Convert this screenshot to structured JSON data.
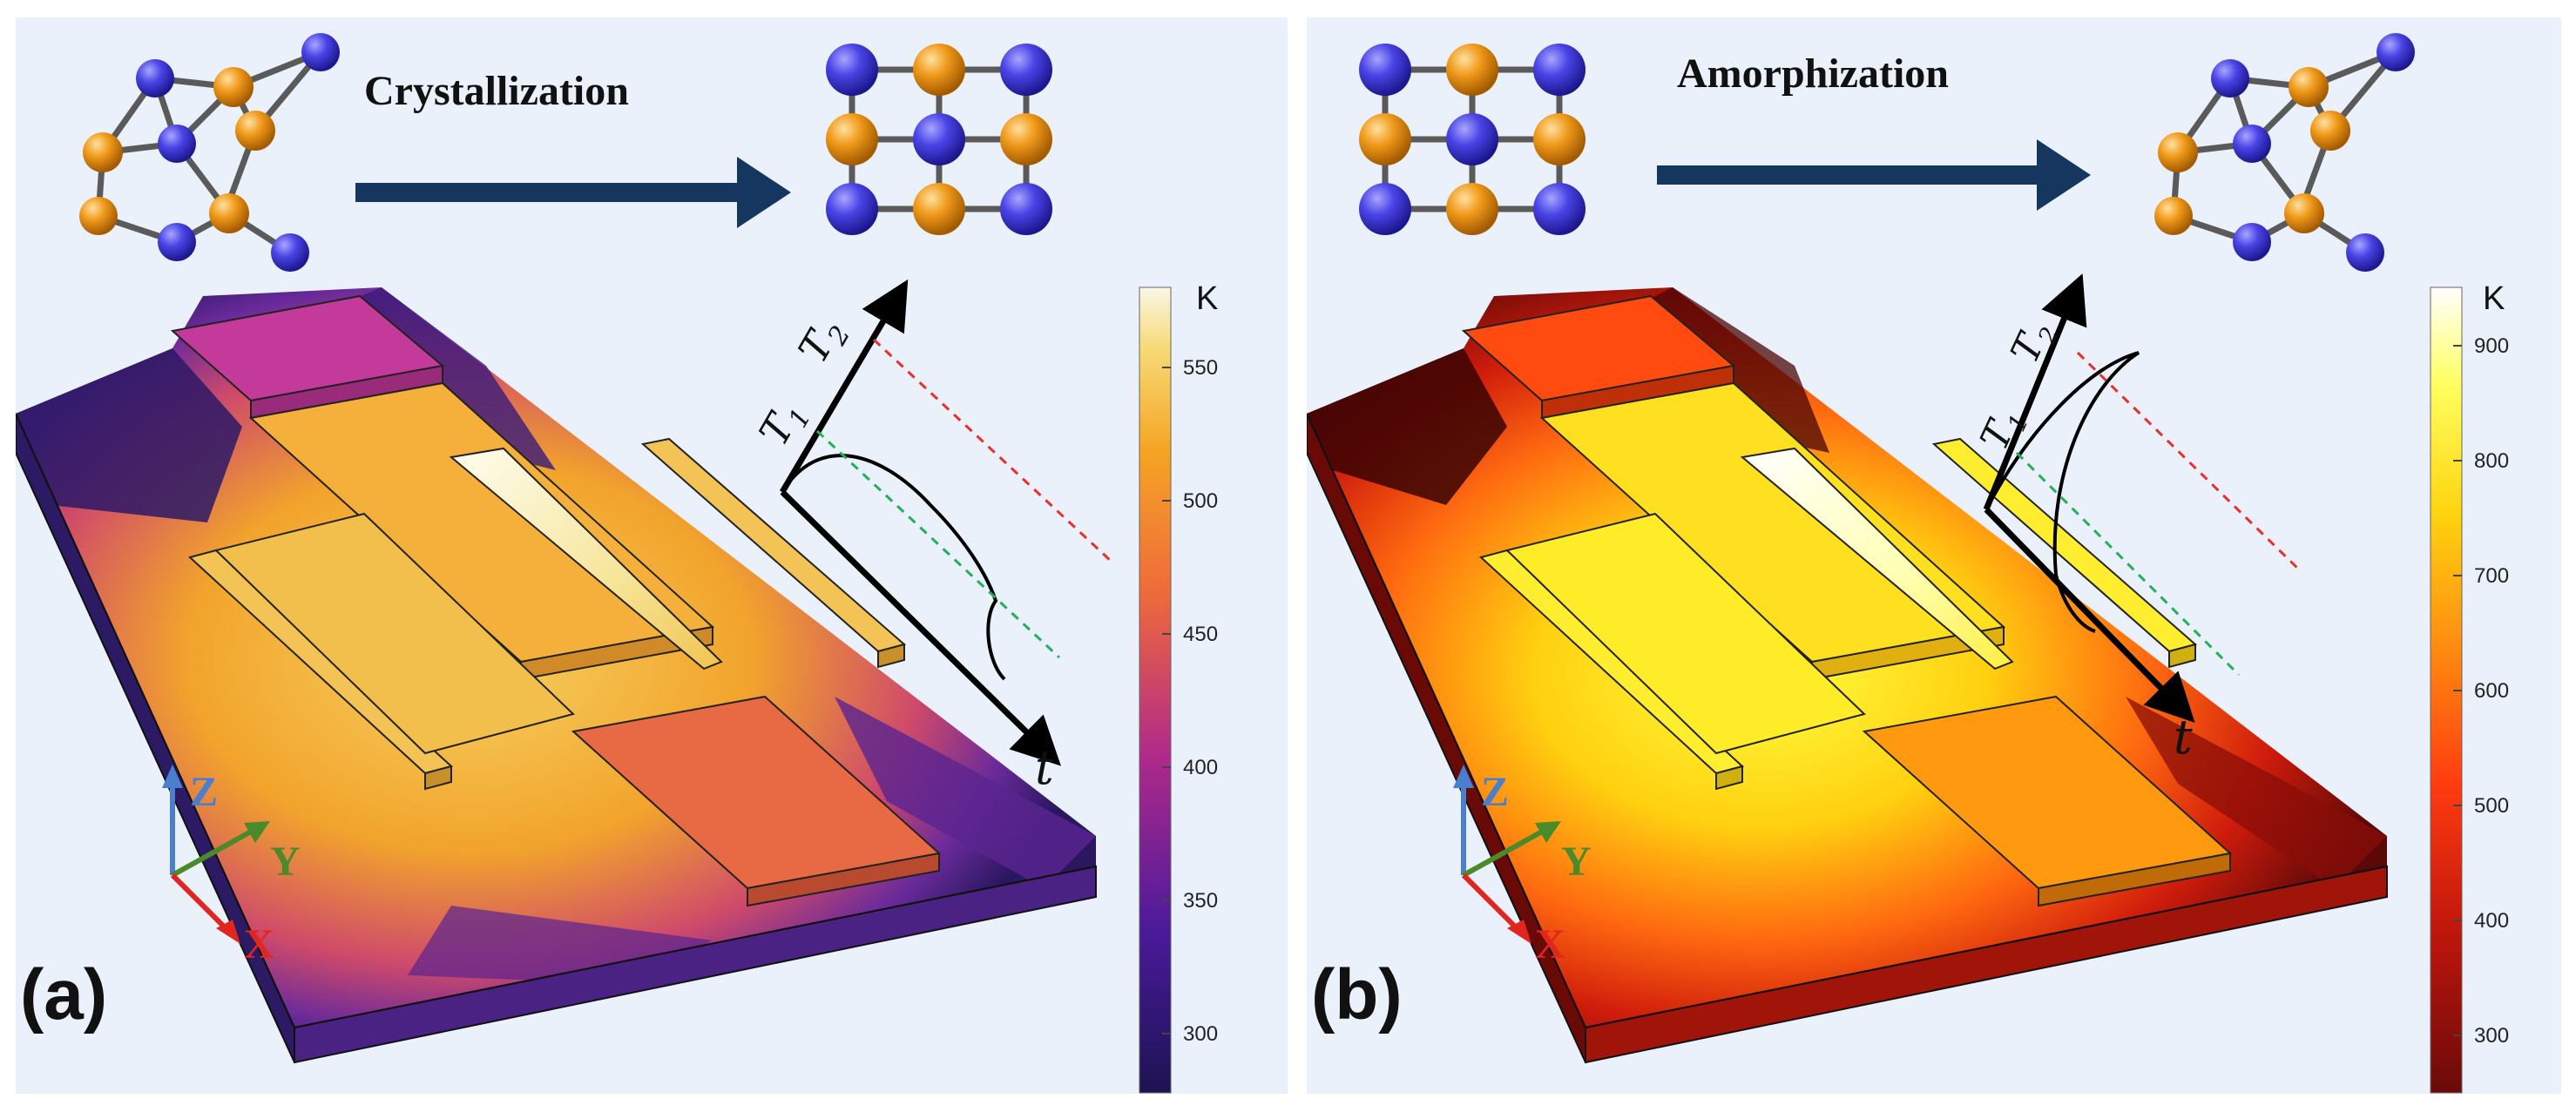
{
  "panels": [
    {
      "label": "(a)",
      "process": "Crystallization",
      "colorbar": {
        "unit": "K",
        "ticks": [
          "550",
          "500",
          "450",
          "400",
          "350",
          "300"
        ],
        "range_K": [
          275,
          575
        ],
        "colormap": "plasma-like (dark purple → magenta → orange → pale yellow)"
      },
      "temperature_profile": {
        "axis_labels": {
          "t1": "T",
          "t1_sub": "1",
          "t2": "T",
          "t2_sub": "2",
          "time": "t"
        },
        "curve": "heat above T1 (below T2), hold, then cool",
        "t1_line_color": "#22b05a",
        "t2_line_color": "#e8302a"
      },
      "axes_triad": {
        "z": "Z",
        "y": "Y",
        "x": "X"
      },
      "structure_before": "amorphous",
      "structure_after": "crystalline"
    },
    {
      "label": "(b)",
      "process": "Amorphization",
      "colorbar": {
        "unit": "K",
        "ticks": [
          "900",
          "800",
          "700",
          "600",
          "500",
          "400",
          "300"
        ],
        "range_K": [
          250,
          950
        ],
        "colormap": "hot (dark red → red → orange → yellow → white)"
      },
      "temperature_profile": {
        "axis_labels": {
          "t1": "T",
          "t1_sub": "1",
          "t2": "T",
          "t2_sub": "2",
          "time": "t"
        },
        "curve": "sharp spike above T2 then rapid quench",
        "t1_line_color": "#22b05a",
        "t2_line_color": "#e8302a"
      },
      "axes_triad": {
        "z": "Z",
        "y": "Y",
        "x": "X"
      },
      "structure_before": "crystalline",
      "structure_after": "amorphous"
    }
  ],
  "colors": {
    "atom_blue": "#4a44e6",
    "atom_orange": "#f09a1a",
    "bond": "#5a5a5a",
    "arrow": "#15365f",
    "axis_z": "#4a7fd0",
    "axis_y": "#4a8a2a",
    "axis_x": "#e0261e"
  }
}
